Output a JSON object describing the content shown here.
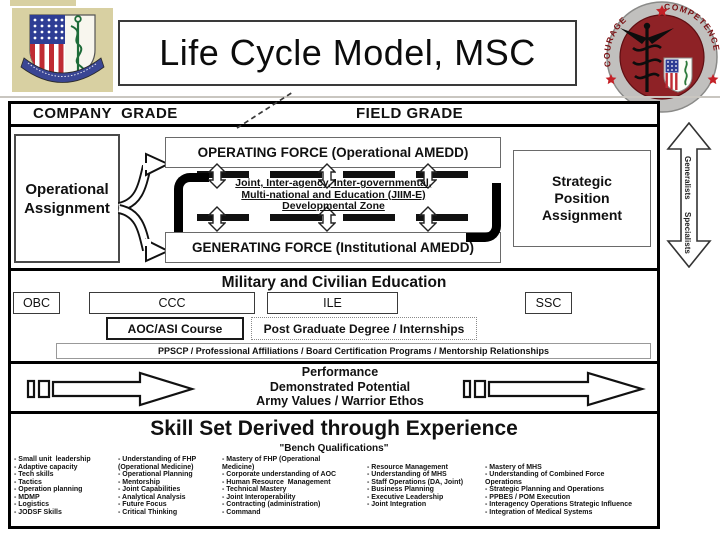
{
  "header": {
    "title": "Life Cycle Model, MSC",
    "seal": {
      "left_text": "COURAGE",
      "right_text": "COMPETENCE"
    }
  },
  "grade_band": {
    "company": "COMPANY  GRADE",
    "field": "FIELD GRADE"
  },
  "assignments": {
    "operational_lines": [
      "Operational",
      "Assignment"
    ],
    "operating_force": "OPERATING FORCE (Operational AMEDD)",
    "jiim_lines": [
      "Joint, Inter-agency, Inter-governmental,",
      "Multi-national and Education (JIIM-E)",
      "Developmental Zone"
    ],
    "generating_force": "GENERATING FORCE (Institutional AMEDD)",
    "strategic_lines": [
      "Strategic",
      "Position",
      "Assignment"
    ],
    "axis_top": "Generalists",
    "axis_bottom": "Specialists"
  },
  "education": {
    "title": "Military and Civilian Education",
    "obc": "OBC",
    "ccc": "CCC",
    "ile": "ILE",
    "ssc": "SSC",
    "aoc": "AOC/ASI Course",
    "postgrad": "Post Graduate Degree / Internships",
    "ppscp": "PPSCP / Professional Affiliations / Board Certification Programs / Mentorship Relationships"
  },
  "performance": {
    "lines": [
      "Performance",
      "Demonstrated Potential",
      "Army Values / Warrior Ethos"
    ]
  },
  "skills": {
    "title": "Skill Set Derived through Experience",
    "subtitle": "\"Bench Qualifications\"",
    "columns": [
      [
        "- Small unit  leadership",
        "- Adaptive capacity",
        "- Tech skills",
        "- Tactics",
        "- Operation planning",
        "- MDMP",
        "- Logistics",
        "- JODSF Skills"
      ],
      [
        "- Understanding of FHP",
        "(Operational Medicine)",
        "- Operational Planning",
        "- Mentorship",
        "- Joint Capabilities",
        "- Analytical Analysis",
        "- Future Focus",
        "- Critical Thinking"
      ],
      [
        "- Mastery of FHP (Operational",
        "Medicine)",
        "- Corporate understanding of AOC",
        "- Human Resource  Management",
        "- Technical Mastery",
        "- Joint Interoperability",
        "- Contracting (administration)",
        "- Command"
      ],
      [
        "- Resource Management",
        "- Understanding of MHS",
        "- Staff Operations (DA, Joint)",
        "- Business Planning",
        "- Executive Leadership",
        "- Joint Integration"
      ],
      [
        "- Mastery of MHS",
        "- Understanding of Combined Force",
        "Operations",
        "- Strategic Planning and Operations",
        "- PPBES / POM Execution",
        "- Interagency Operations Strategic Influence",
        "- Integration of Medical Systems"
      ]
    ]
  },
  "colors": {
    "tan": "#d8d0a2",
    "seal_red": "#8e2226",
    "flag_blue": "#2e3d94",
    "stripe_red": "#bf2b33",
    "serpent_green": "#1e6b38"
  }
}
